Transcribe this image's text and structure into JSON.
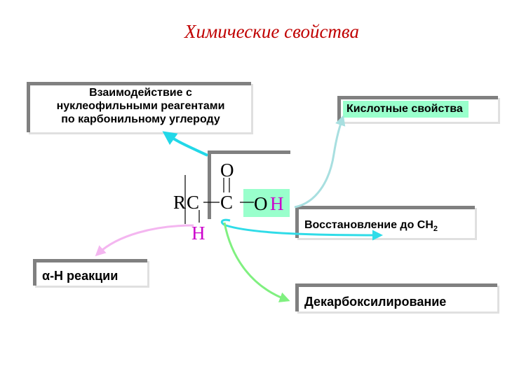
{
  "title": "Химические свойства",
  "boxes": {
    "nucleophilic": [
      "Взаимодействие  с",
      "нуклеофильными реагентами",
      "по карбонильному углероду"
    ],
    "acidic": "Кислотные свойства",
    "reduction": "Восстановление до СН",
    "reduction_sub": "2",
    "alpha": "α-Н реакции",
    "decarboxylation": "Декарбоксилирование"
  },
  "structure": {
    "r": "R",
    "c1": "C",
    "c2": "C",
    "o_top": "O",
    "o": "O",
    "h_oh": "H",
    "h_alpha": "H"
  },
  "colors": {
    "title": "#c00000",
    "h_atom": "#cc00cc",
    "oh_highlight": "#99ffcc",
    "arrow_nucleophilic": "#22d8e8",
    "arrow_acidic": "#a8dfe0",
    "arrow_reduction": "#30dce8",
    "arrow_alpha": "#f4b6f0",
    "arrow_decarboxylation": "#80f080"
  }
}
